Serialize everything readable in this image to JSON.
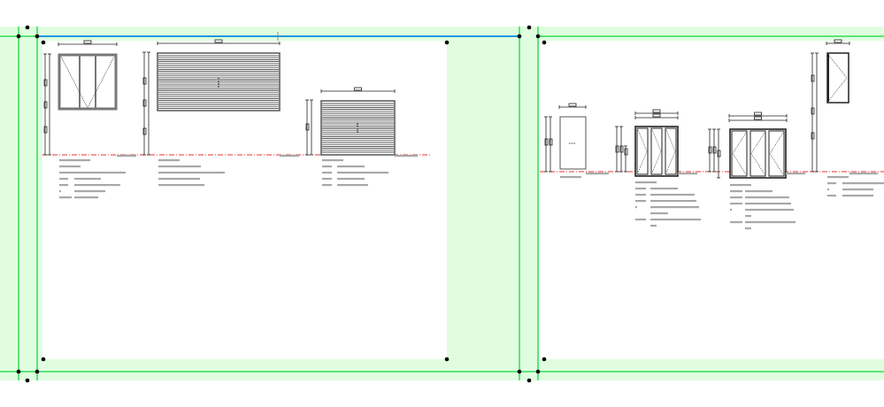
{
  "canvas": {
    "colors": {
      "margin_fill": "#e0fde0",
      "sheet_fill": "#ffffff",
      "guide_green": "#33dd55",
      "selection_blue": "#1a9ae0",
      "floor_line_red": "#ee3333",
      "greeked_text": "#a8a8a8",
      "drawing_ink": "#222222",
      "frame_grey": "#777777"
    },
    "sheets": [
      {
        "name": "sheet-1",
        "elements": [
          "window-casement-triple",
          "louvre-panel-wide",
          "louvre-panel-small"
        ]
      },
      {
        "name": "sheet-2",
        "elements": [
          "door-plain",
          "door-triple-folding",
          "door-triple-folding-wide",
          "door-single-tall"
        ]
      }
    ]
  }
}
